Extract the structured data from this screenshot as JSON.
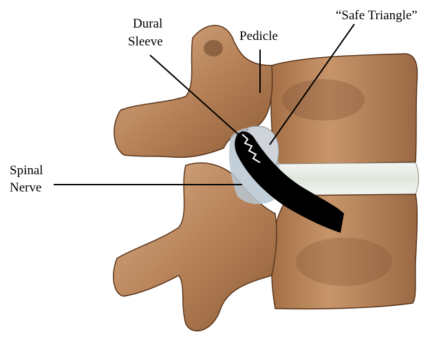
{
  "diagram": {
    "labels": {
      "dural_sleeve_line1": "Dural",
      "dural_sleeve_line2": "Sleeve",
      "pedicle": "Pedicle",
      "safe_triangle": "“Safe Triangle”",
      "spinal_nerve_line1": "Spinal",
      "spinal_nerve_line2": "Nerve"
    },
    "colors": {
      "bone_base": "#b8835a",
      "bone_light": "#d8ad82",
      "bone_dark": "#7a4e2e",
      "disc": "#e8eee6",
      "safe_triangle_fill": "#c8cfd8",
      "nerve": "#000000",
      "background": "#ffffff"
    }
  }
}
